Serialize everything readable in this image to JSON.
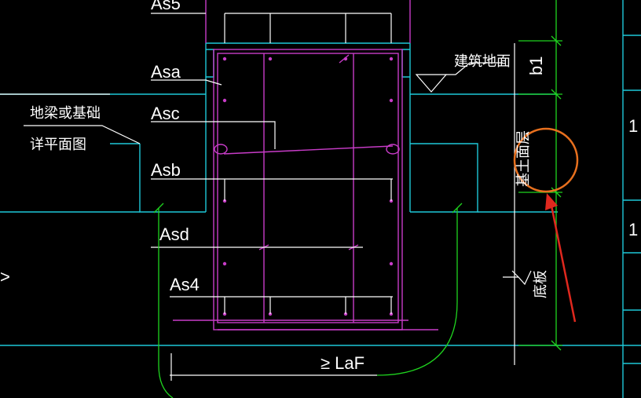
{
  "labels": {
    "as5": "As5",
    "asa": "Asa",
    "asc": "Asc",
    "asb": "Asb",
    "asd": "Asd",
    "as4": "As4",
    "beam_note_line1": "地梁或基础",
    "beam_note_line2": "详平面图",
    "building_ground": "建筑地面",
    "dim_b1": "b1",
    "dim_lower": "≥ LaF",
    "basement_floor": "基土面层",
    "bottom_slab": "底板",
    "right_num_1": "1",
    "right_num_2": "1",
    "left_mark": ">"
  },
  "colors": {
    "background": "#000000",
    "cyan": "#1ec8d8",
    "magenta": "#c83cc8",
    "white": "#ffffff",
    "green": "#1fd41f",
    "orange": "#e8701e",
    "red": "#e0281e"
  }
}
